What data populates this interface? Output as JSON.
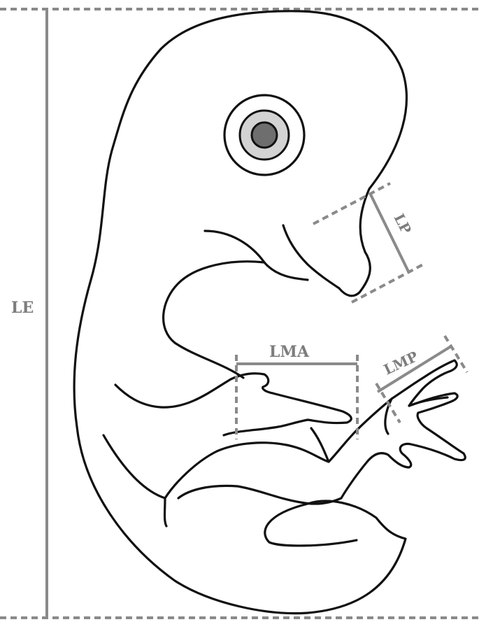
{
  "labels": {
    "le": "LE",
    "lp": "LP",
    "lma": "LMA",
    "lmp": "LMP"
  },
  "colors": {
    "outline": "#111111",
    "measure": "#8a8a8a",
    "label": "#7d7d7d",
    "eye_outer": "#ffffff",
    "eye_ring": "#d3d3d3",
    "eye_pupil": "#6e6e6e"
  }
}
